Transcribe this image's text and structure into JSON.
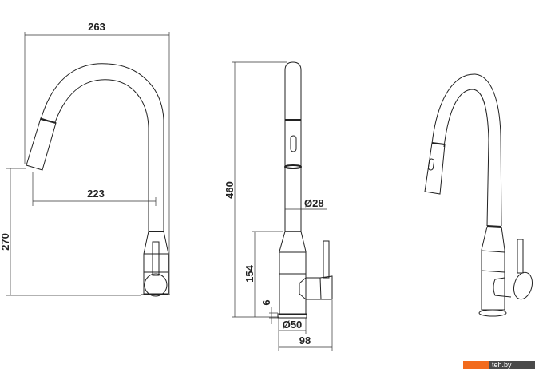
{
  "front_view": {
    "dim_width": "263",
    "dim_reach": "223",
    "dim_height": "270"
  },
  "side_view": {
    "dim_total_height": "460",
    "dim_spout_diameter": "Ø28",
    "dim_body_height": "154",
    "dim_base_thickness": "6",
    "dim_base_diameter": "Ø50",
    "dim_depth": "98"
  },
  "watermark": {
    "text": "teh.by",
    "accent_color": "#f26b1d"
  }
}
